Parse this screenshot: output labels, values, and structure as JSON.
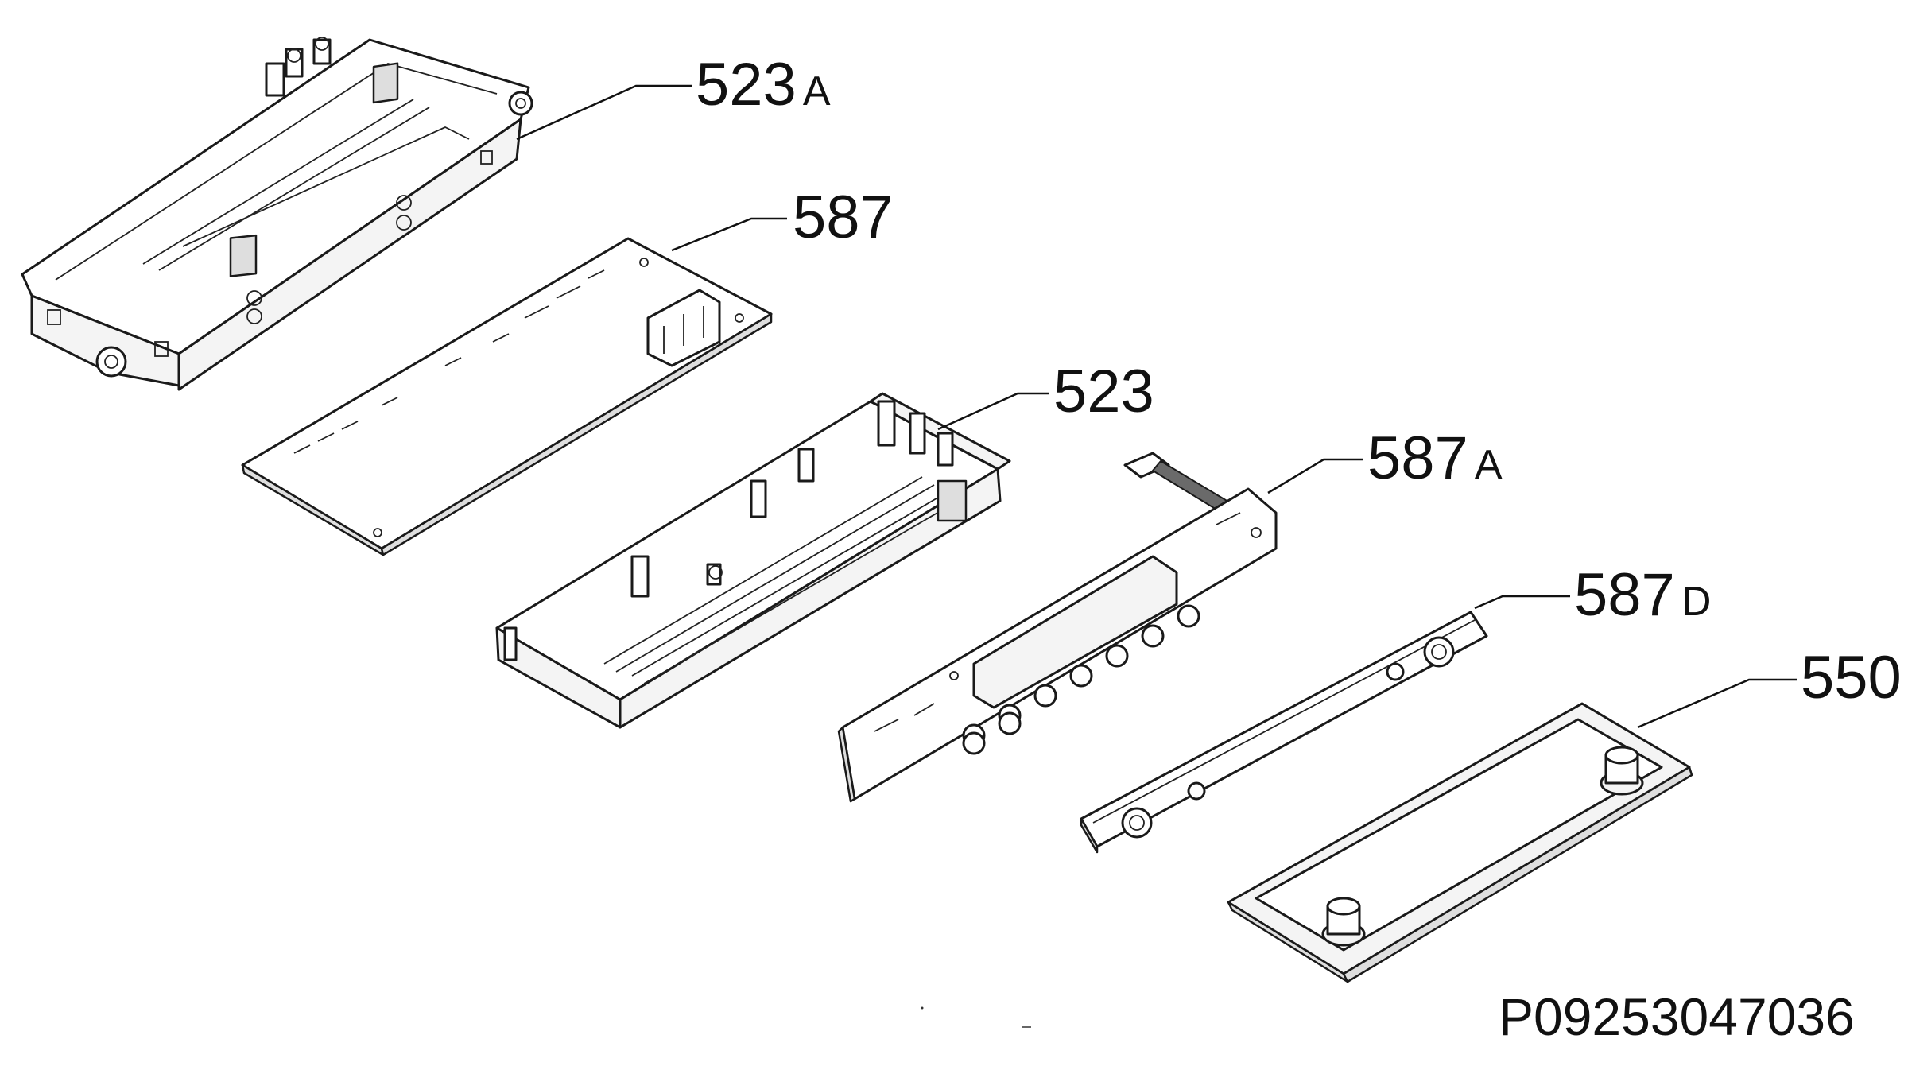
{
  "parts": [
    {
      "id": "p523a",
      "number": "523",
      "suffix": "A"
    },
    {
      "id": "p587",
      "number": "587",
      "suffix": ""
    },
    {
      "id": "p523",
      "number": "523",
      "suffix": ""
    },
    {
      "id": "p587a",
      "number": "587",
      "suffix": "A"
    },
    {
      "id": "p587d",
      "number": "587",
      "suffix": "D"
    },
    {
      "id": "p550",
      "number": "550",
      "suffix": ""
    }
  ],
  "figure_id": "P09253047036"
}
